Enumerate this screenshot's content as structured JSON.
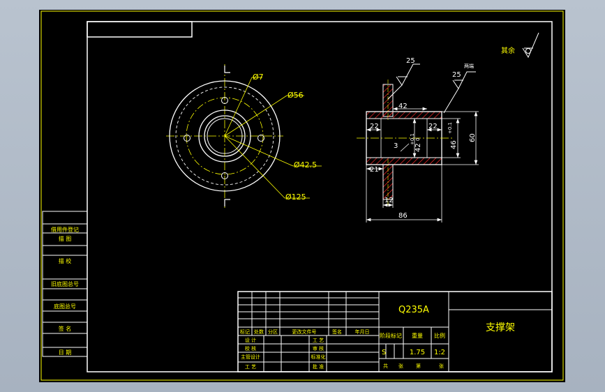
{
  "colors": {
    "background": "#b9c3cf",
    "sheet": "#000000",
    "frame": "#ffffff",
    "outline": "#ffff00",
    "dimension": "#ffffff",
    "annotation": "#ffff00"
  },
  "front_view": {
    "dims": {
      "hole_dia": "Ø7",
      "pcd_dia": "Ø56",
      "bore_dia": "Ø42.5",
      "outer_dia": "Ø125"
    }
  },
  "section_view": {
    "dims": {
      "roughness_1": "25",
      "roughness_2": "25",
      "roughness_2_note": "两端",
      "inner_42": "42",
      "left_22": "22",
      "right_22": "22",
      "tol_upper": "+0.1",
      "tol_lower": "0",
      "bore_42": "42",
      "dia_46": "46",
      "tol_46": "+0.1",
      "dia_60": "60",
      "three": "3",
      "flange_21": "21",
      "flange_12": "12",
      "length_86": "86"
    },
    "rest_roughness": "其余"
  },
  "side_panel": {
    "rows": [
      "借用件登记",
      "描 图",
      "描 校",
      "旧底图总号",
      "底图总号",
      "签 名",
      "日 期"
    ]
  },
  "title_block": {
    "material": "Q235A",
    "part_name": "支撑架",
    "header_cells": [
      "标记",
      "处数",
      "分区",
      "更改文件号",
      "签名",
      "年月日"
    ],
    "row_labels": [
      "设 计",
      "校 核",
      "主管设计",
      "工 艺"
    ],
    "mid_labels": [
      "工 艺",
      "审 核",
      "标准化",
      "批 准"
    ],
    "stage_label": "阶段标记",
    "weight_label": "重量",
    "scale_label": "比例",
    "stage_value": "S",
    "weight_value": "1.75",
    "scale_value": "1:2",
    "sheet_total": "共",
    "sheet_total_unit": "张",
    "sheet_no": "第",
    "sheet_no_unit": "张"
  }
}
